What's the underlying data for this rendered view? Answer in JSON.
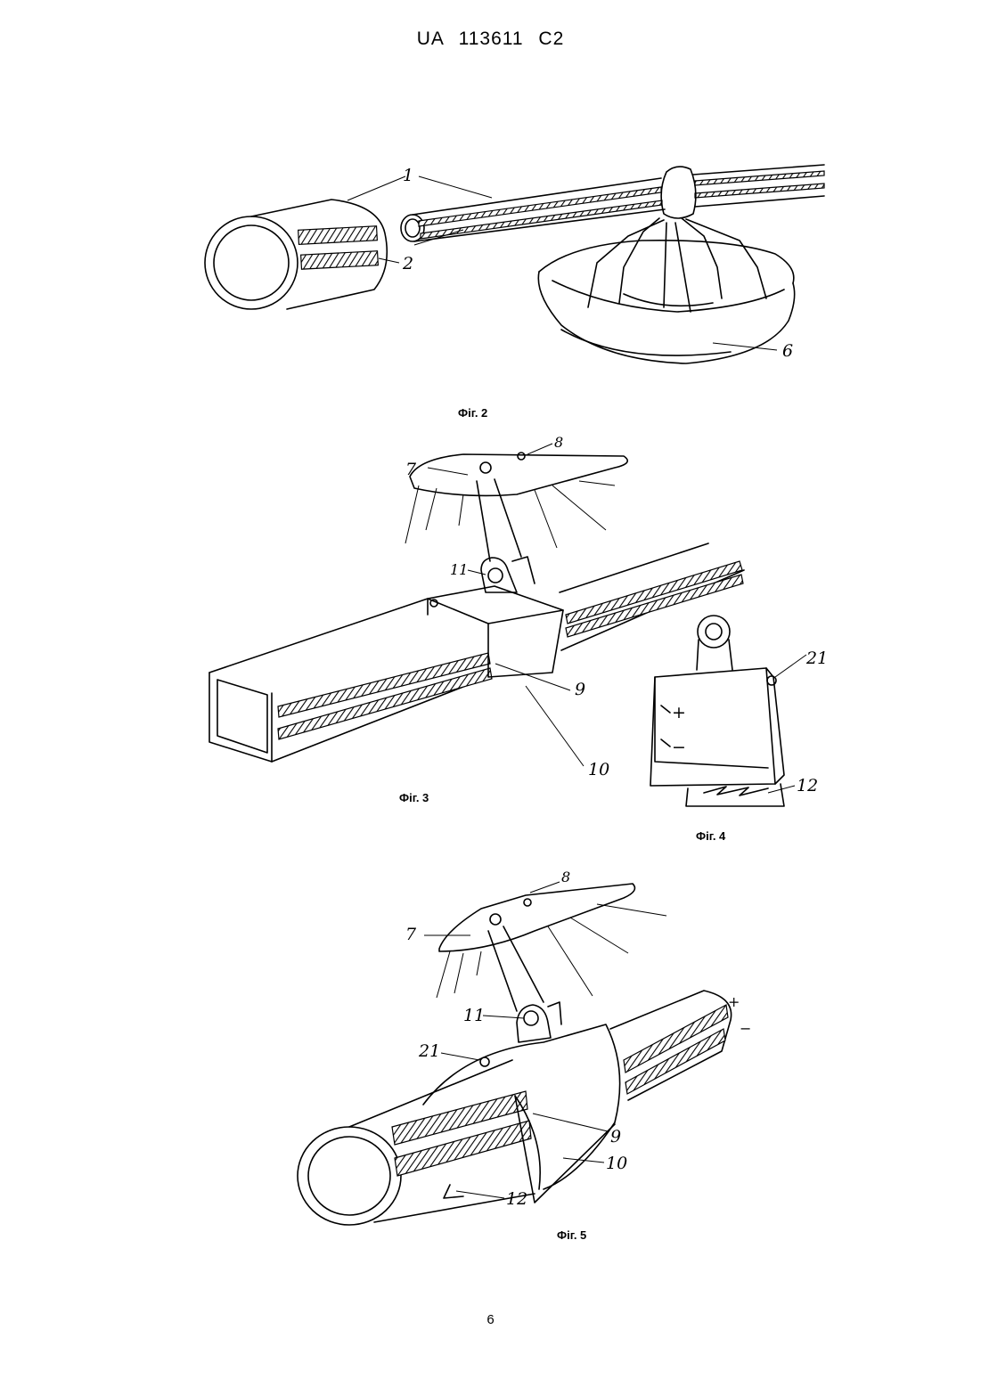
{
  "header": {
    "office": "UA",
    "number": "113611",
    "kind": "C2"
  },
  "figures": [
    {
      "caption": "Фіг. 2",
      "labels": [
        "1",
        "2",
        "6"
      ]
    },
    {
      "caption": "Фіг. 3",
      "labels": [
        "7",
        "8",
        "11",
        "9",
        "10"
      ]
    },
    {
      "caption": "Фіг. 4",
      "labels": [
        "21",
        "12",
        "+",
        "−"
      ]
    },
    {
      "caption": "Фіг. 5",
      "labels": [
        "8",
        "7",
        "11",
        "21",
        "9",
        "10",
        "12",
        "+",
        "−"
      ]
    }
  ],
  "page_number": "6"
}
